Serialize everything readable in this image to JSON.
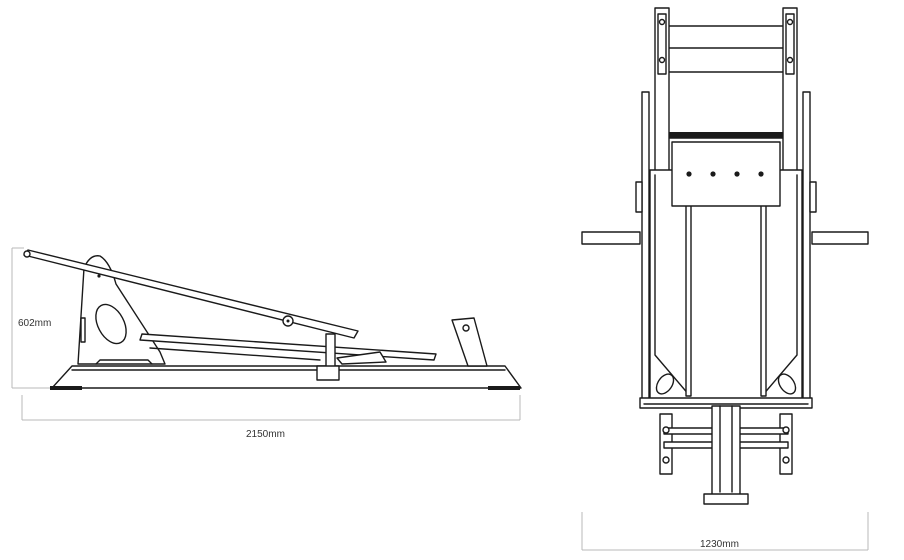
{
  "side_view": {
    "height_label": "602mm",
    "length_label": "2150mm"
  },
  "front_view": {
    "width_label": "1230mm"
  }
}
